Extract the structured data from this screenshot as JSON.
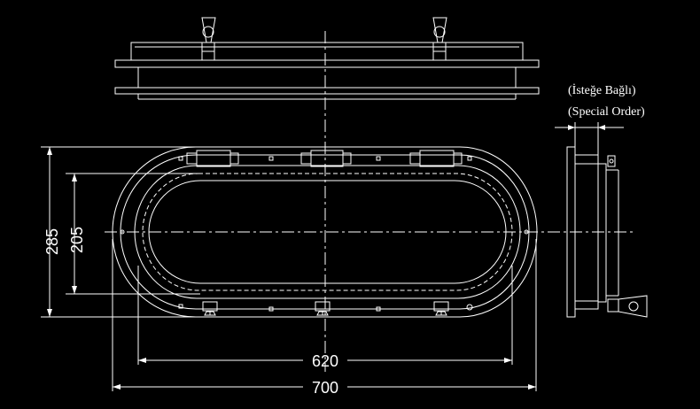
{
  "dimensions": {
    "height_outer": "285",
    "height_inner": "205",
    "width_inner": "620",
    "width_outer": "700"
  },
  "note": {
    "line1": "(İsteğe Bağlı)",
    "line2": "(Special Order)"
  },
  "colors": {
    "background": "#000000",
    "lines": "#ffffff"
  }
}
